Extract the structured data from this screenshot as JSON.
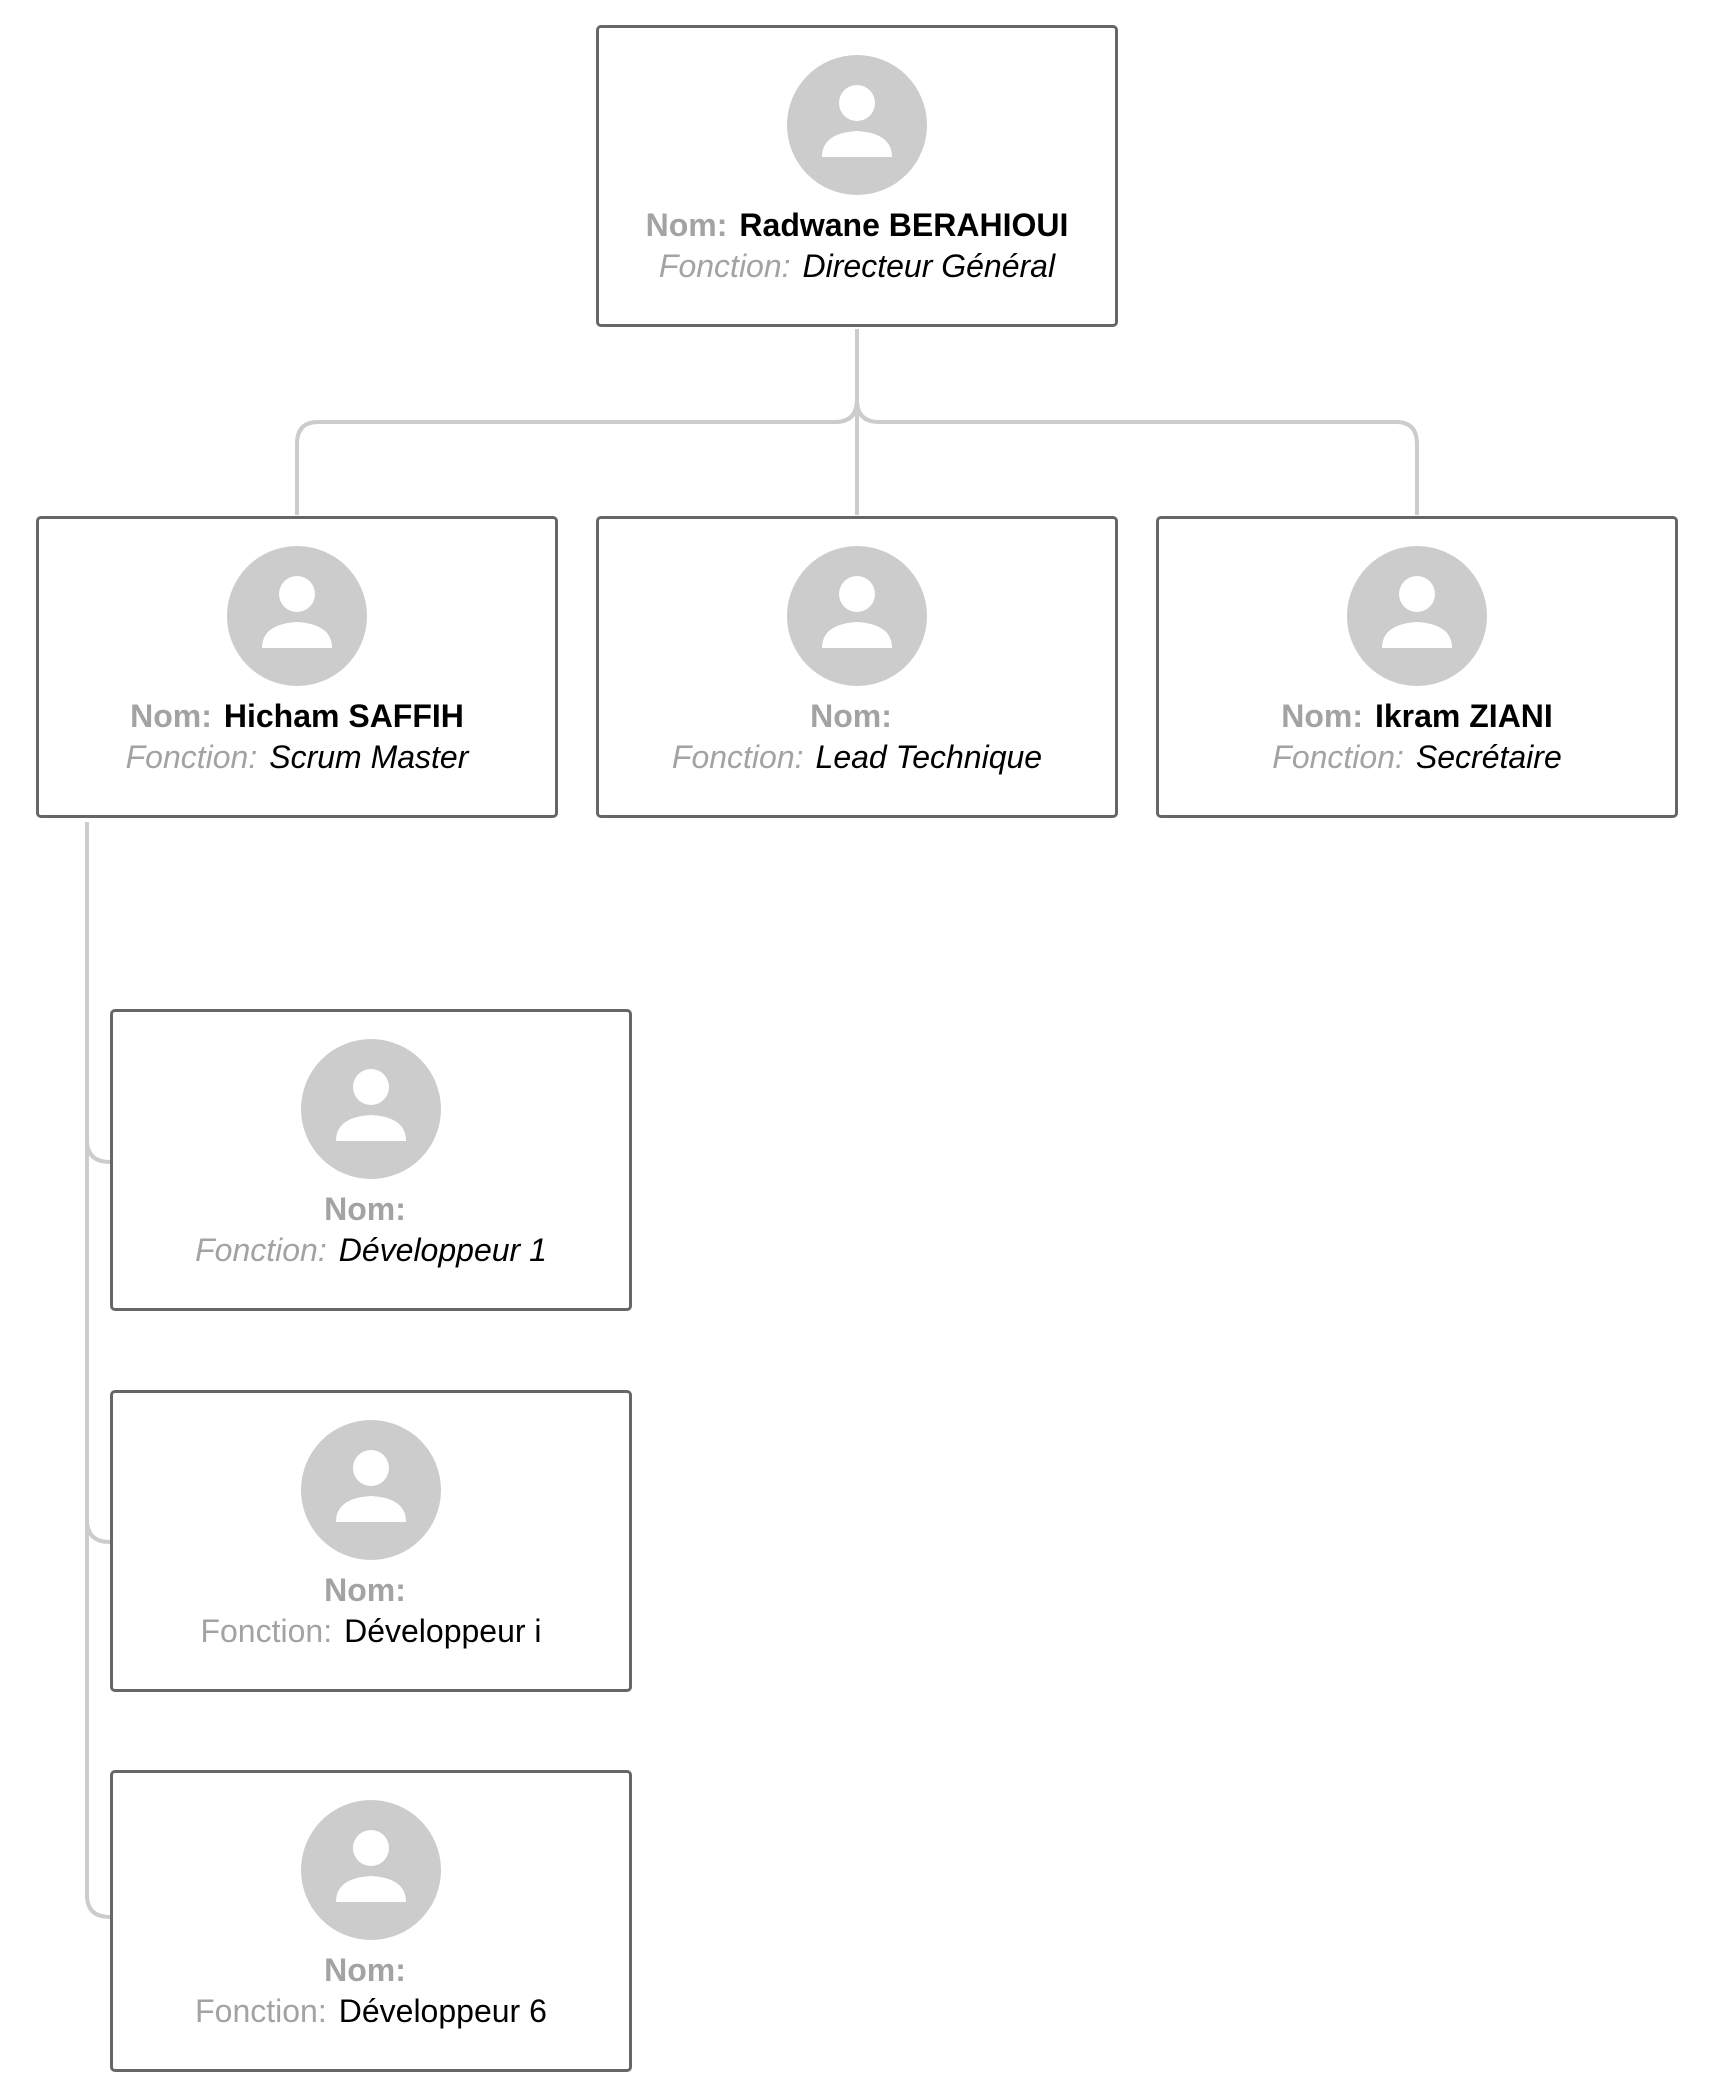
{
  "labels": {
    "name": "Nom:",
    "role": "Fonction:"
  },
  "colors": {
    "border": "#666666",
    "connector": "#cccccc",
    "avatar": "#cccccc",
    "label": "#a3a3a3"
  },
  "nodes": [
    {
      "id": "director",
      "name": "Radwane BERAHIOUI",
      "role": "Directeur Général",
      "icon": "user-icon"
    },
    {
      "id": "scrum-master",
      "name": "Hicham SAFFIH",
      "role": "Scrum Master",
      "icon": "user-icon"
    },
    {
      "id": "lead-technique",
      "name": "",
      "role": "Lead Technique",
      "icon": "user-icon"
    },
    {
      "id": "secretaire",
      "name": "Ikram ZIANI",
      "role": "Secrétaire",
      "icon": "user-icon"
    },
    {
      "id": "developpeur-1",
      "name": "",
      "role": "Développeur 1",
      "icon": "user-icon"
    },
    {
      "id": "developpeur-i",
      "name": "",
      "role": "Développeur i",
      "icon": "user-icon"
    },
    {
      "id": "developpeur-6",
      "name": "",
      "role": "Développeur 6",
      "icon": "user-icon"
    }
  ]
}
